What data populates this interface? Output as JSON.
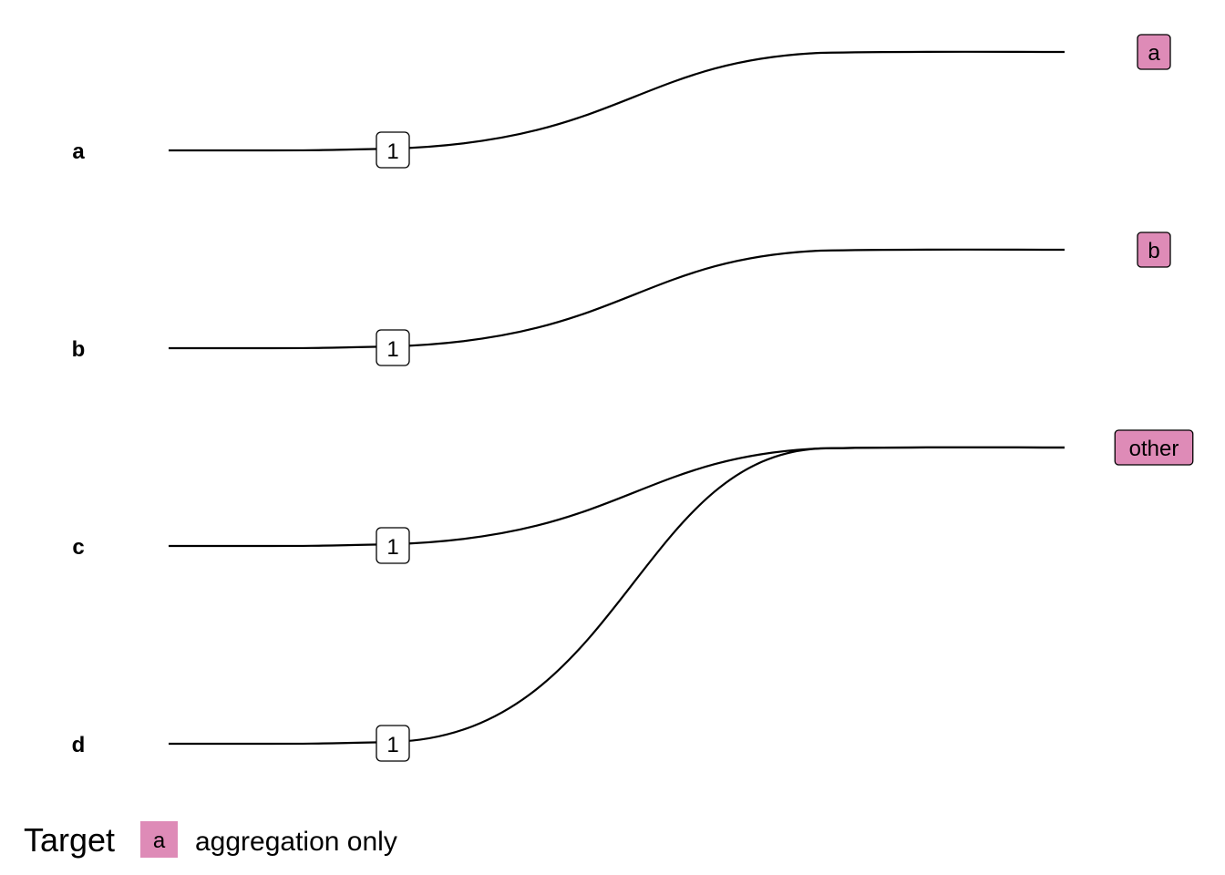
{
  "colors": {
    "target_fill": "#DE8BB7",
    "line": "#000000",
    "count_fill": "#ffffff"
  },
  "sources": [
    "a",
    "b",
    "c",
    "d"
  ],
  "targets": [
    "a",
    "b",
    "other"
  ],
  "flows": [
    {
      "from": "a",
      "to": "a",
      "count": "1"
    },
    {
      "from": "b",
      "to": "b",
      "count": "1"
    },
    {
      "from": "c",
      "to": "other",
      "count": "1"
    },
    {
      "from": "d",
      "to": "other",
      "count": "1"
    }
  ],
  "legend": {
    "title": "Target",
    "key": "a",
    "label": "aggregation only"
  }
}
